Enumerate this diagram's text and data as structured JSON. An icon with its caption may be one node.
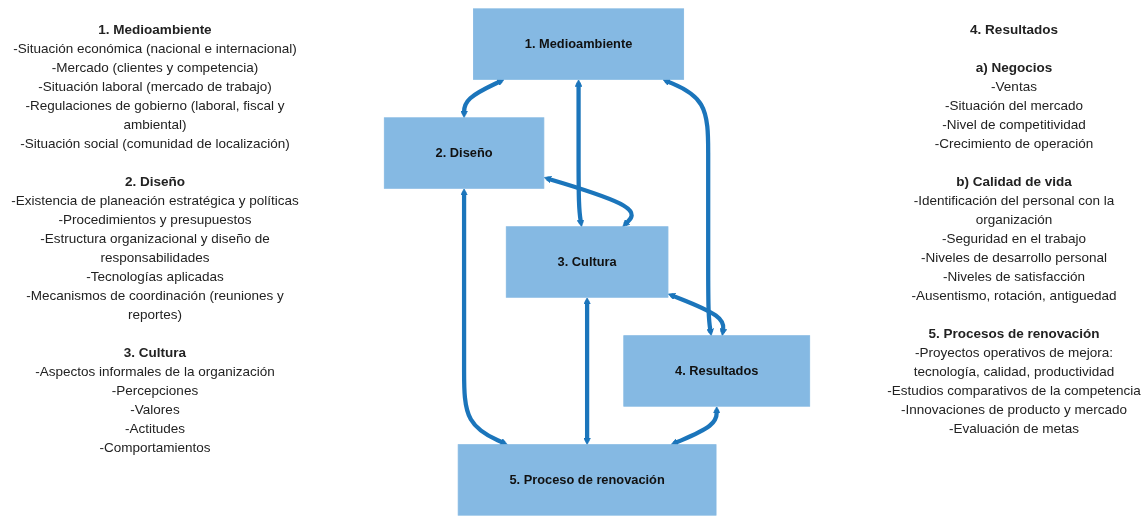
{
  "diagram": {
    "nodes": [
      {
        "text": [
          "1. Medioambiente"
        ]
      },
      {
        "text": [
          "2. Diseño"
        ]
      },
      {
        "text": [
          "3. Cultura"
        ]
      },
      {
        "text": [
          "4. Resultados"
        ]
      },
      {
        "text": [
          "5. Proceso de renovación"
        ]
      }
    ],
    "edges": [
      {
        "from": 0,
        "to": 1,
        "arrow": "both"
      },
      {
        "from": 0,
        "to": 2,
        "arrow": "both"
      },
      {
        "from": 0,
        "to": 3,
        "arrow": "both"
      },
      {
        "from": 1,
        "to": 2,
        "arrow": "both"
      },
      {
        "from": 2,
        "to": 3,
        "arrow": "both"
      },
      {
        "from": 1,
        "to": 4,
        "arrow": "both"
      },
      {
        "from": 2,
        "to": 4,
        "arrow": "both"
      },
      {
        "from": 3,
        "to": 4,
        "arrow": "both"
      }
    ],
    "labels": [
      "1. Medioambiente",
      "-Situación económica (nacional e internacional)",
      "-Mercado (clientes y competencia)",
      "-Situación laboral (mercado de trabajo)",
      "-Regulaciones de gobierno (laboral, fiscal y ambiental)",
      "-Situación social (comunidad de localización)",
      "2. Diseño",
      "-Existencia de planeación estratégica y políticas",
      "-Procedimientos y presupuestos",
      "-Estructura organizacional y diseño de responsabilidades",
      "-Tecnologías aplicadas",
      "-Mecanismos de coordinación (reuniones y reportes)",
      "3. Cultura",
      "-Aspectos informales de la organización",
      "-Percepciones",
      "-Valores",
      "-Actitudes",
      "-Comportamientos",
      "4. Resultados",
      "a) Negocios",
      "-Ventas",
      "-Situación del mercado",
      "-Nivel de competitividad",
      "-Crecimiento de operación",
      "b) Calidad de vida",
      "-Identificación del personal con la organización",
      "-Seguridad en el trabajo",
      "-Niveles de desarrollo personal",
      "-Niveles de satisfacción",
      "-Ausentismo, rotación, antiguedad",
      "5. Procesos de renovación",
      "-Proyectos operativos de mejora: tecnología, calidad, productividad",
      "-Estudios comparativos de la competencia",
      "-Innovaciones de producto y mercado",
      "-Evaluación de metas"
    ]
  }
}
